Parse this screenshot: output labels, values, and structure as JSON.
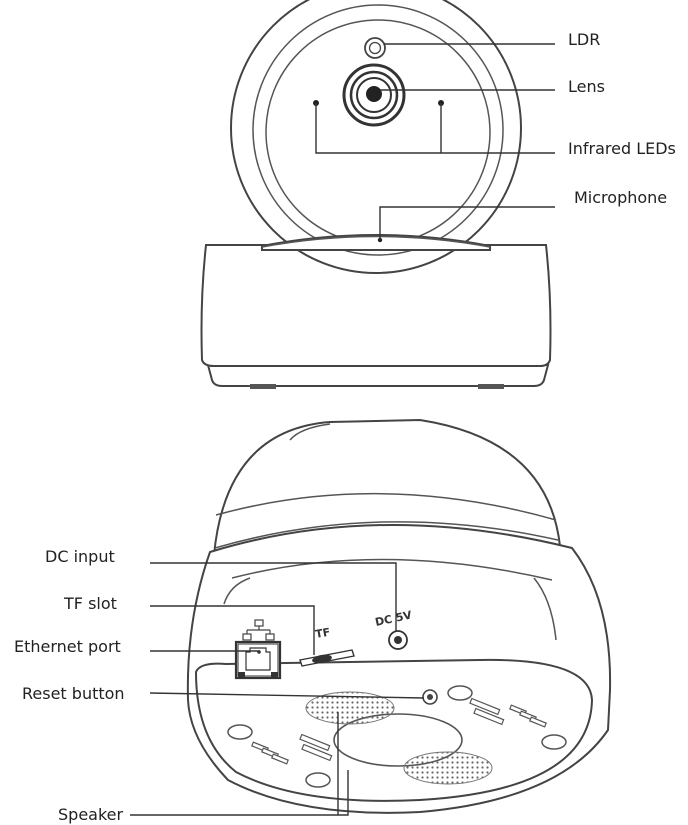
{
  "front_view": {
    "labels": {
      "ldr": "LDR",
      "lens": "Lens",
      "infrared_leds": "Infrared LEDs",
      "microphone": "Microphone"
    }
  },
  "bottom_view": {
    "labels": {
      "dc_input": "DC input",
      "tf_slot": "TF slot",
      "ethernet_port": "Ethernet port",
      "reset_button": "Reset button",
      "speaker": "Speaker"
    },
    "markings": {
      "dc": "DC 5V",
      "tf": "TF"
    }
  }
}
